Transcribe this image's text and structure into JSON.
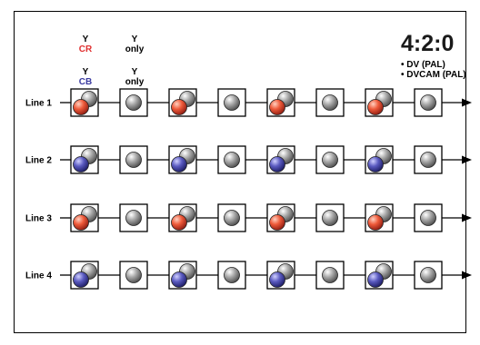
{
  "header": {
    "col1": {
      "top_y": "Y",
      "cr": "CR",
      "bottom_y": "Y",
      "cb": "CB"
    },
    "col2": {
      "top_y": "Y",
      "top_only": "only",
      "bottom_y": "Y",
      "bottom_only": "only"
    }
  },
  "format": {
    "title": "4:2:0",
    "bullets": [
      "• DV (PAL)",
      "• DVCAM (PAL)"
    ]
  },
  "lines": [
    {
      "label": "Line 1",
      "chroma": "Cr"
    },
    {
      "label": "Line 2",
      "chroma": "Cb"
    },
    {
      "label": "Line 3",
      "chroma": "Cr"
    },
    {
      "label": "Line 4",
      "chroma": "Cb"
    }
  ],
  "samples_per_line": 8,
  "sample_pattern": [
    "Y+chroma",
    "Y only",
    "Y+chroma",
    "Y only",
    "Y+chroma",
    "Y only",
    "Y+chroma",
    "Y only"
  ],
  "colors": {
    "cr": "#e03030",
    "cb": "#3a3aa0",
    "luma": "#8a8a8a"
  }
}
